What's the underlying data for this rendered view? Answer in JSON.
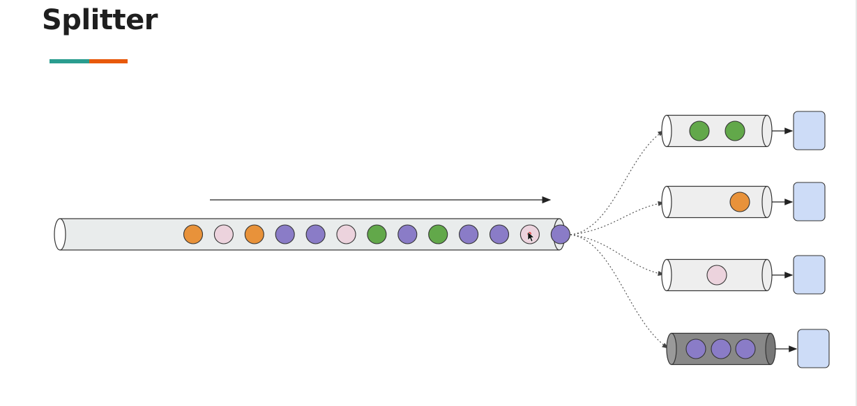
{
  "title": "Splitter",
  "accent": {
    "teal": "#2a9d8f",
    "orange": "#e8590c"
  },
  "message_colors": {
    "orange": "#e8923a",
    "pink": "#ecd3dd",
    "purple": "#8a7cc7",
    "green": "#62a84a"
  },
  "main_channel": {
    "fill": "#e9ecec",
    "messages": [
      "orange",
      "pink",
      "orange",
      "purple",
      "purple",
      "pink",
      "green",
      "purple",
      "green",
      "purple",
      "purple",
      "pink",
      "purple"
    ]
  },
  "output_channels": [
    {
      "name": "green",
      "fill": "#eeeeee",
      "messages": [
        "green",
        "green"
      ]
    },
    {
      "name": "orange",
      "fill": "#eeeeee",
      "messages": [
        "orange"
      ]
    },
    {
      "name": "pink",
      "fill": "#eeeeee",
      "messages": [
        "pink"
      ]
    },
    {
      "name": "purple",
      "fill": "#888888",
      "messages": [
        "purple",
        "purple",
        "purple"
      ]
    }
  ],
  "consumer_color": "#cddcf7"
}
